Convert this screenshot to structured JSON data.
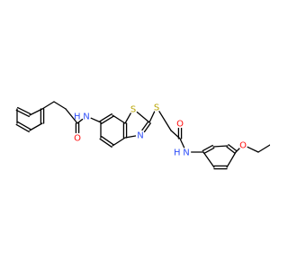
{
  "molecule": {
    "atoms": [
      {
        "id": "benzyl-c1",
        "label": ""
      },
      {
        "id": "benzyl-c2",
        "label": ""
      },
      {
        "id": "benzyl-c3",
        "label": ""
      },
      {
        "id": "benzyl-c4",
        "label": ""
      },
      {
        "id": "benzyl-c5",
        "label": ""
      },
      {
        "id": "benzyl-c6",
        "label": ""
      },
      {
        "id": "chain-ch2-a",
        "label": ""
      },
      {
        "id": "chain-ch2-b",
        "label": ""
      },
      {
        "id": "amide1-c",
        "label": ""
      },
      {
        "id": "amide1-o",
        "label": "O"
      },
      {
        "id": "amide1-nh",
        "label": "N",
        "h_label": "H"
      },
      {
        "id": "bt-c6",
        "label": ""
      },
      {
        "id": "bt-c7",
        "label": ""
      },
      {
        "id": "bt-c7a",
        "label": ""
      },
      {
        "id": "bt-s1",
        "label": "S"
      },
      {
        "id": "bt-c2",
        "label": ""
      },
      {
        "id": "bt-n3",
        "label": "N"
      },
      {
        "id": "bt-c3a",
        "label": ""
      },
      {
        "id": "bt-c4",
        "label": ""
      },
      {
        "id": "bt-c5",
        "label": ""
      },
      {
        "id": "thio-s",
        "label": "S"
      },
      {
        "id": "thio-ch2",
        "label": ""
      },
      {
        "id": "amide2-c",
        "label": ""
      },
      {
        "id": "amide2-o",
        "label": "O"
      },
      {
        "id": "amide2-nh",
        "label": "N",
        "h_label": "H"
      },
      {
        "id": "aryl-c1",
        "label": ""
      },
      {
        "id": "aryl-c2",
        "label": ""
      },
      {
        "id": "aryl-c3",
        "label": ""
      },
      {
        "id": "aryl-c4",
        "label": ""
      },
      {
        "id": "aryl-c5",
        "label": ""
      },
      {
        "id": "aryl-c6",
        "label": ""
      },
      {
        "id": "ether-o",
        "label": "O"
      },
      {
        "id": "ethyl-ch2",
        "label": ""
      },
      {
        "id": "ethyl-ch3",
        "label": ""
      }
    ],
    "colors": {
      "bond": "#000000",
      "C": "#000000",
      "N": "#3050F8",
      "O": "#FF0D0D",
      "S": "#B8A400"
    }
  }
}
